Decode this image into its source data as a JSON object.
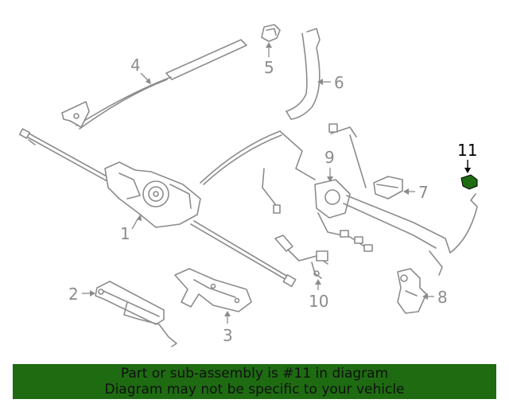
{
  "colors": {
    "part_stroke": "#8c8c8c",
    "highlight_part": "#1e6b12",
    "banner_background": "#1e6b12"
  },
  "callouts": {
    "c1": "1",
    "c2": "2",
    "c3": "3",
    "c4": "4",
    "c5": "5",
    "c6": "6",
    "c7": "7",
    "c8": "8",
    "c9": "9",
    "c10": "10",
    "c11": "11"
  },
  "highlighted_callout": "11",
  "banner": {
    "line1": "Part or sub-assembly is #11 in diagram",
    "line2": "Diagram may not be specific to your vehicle"
  }
}
